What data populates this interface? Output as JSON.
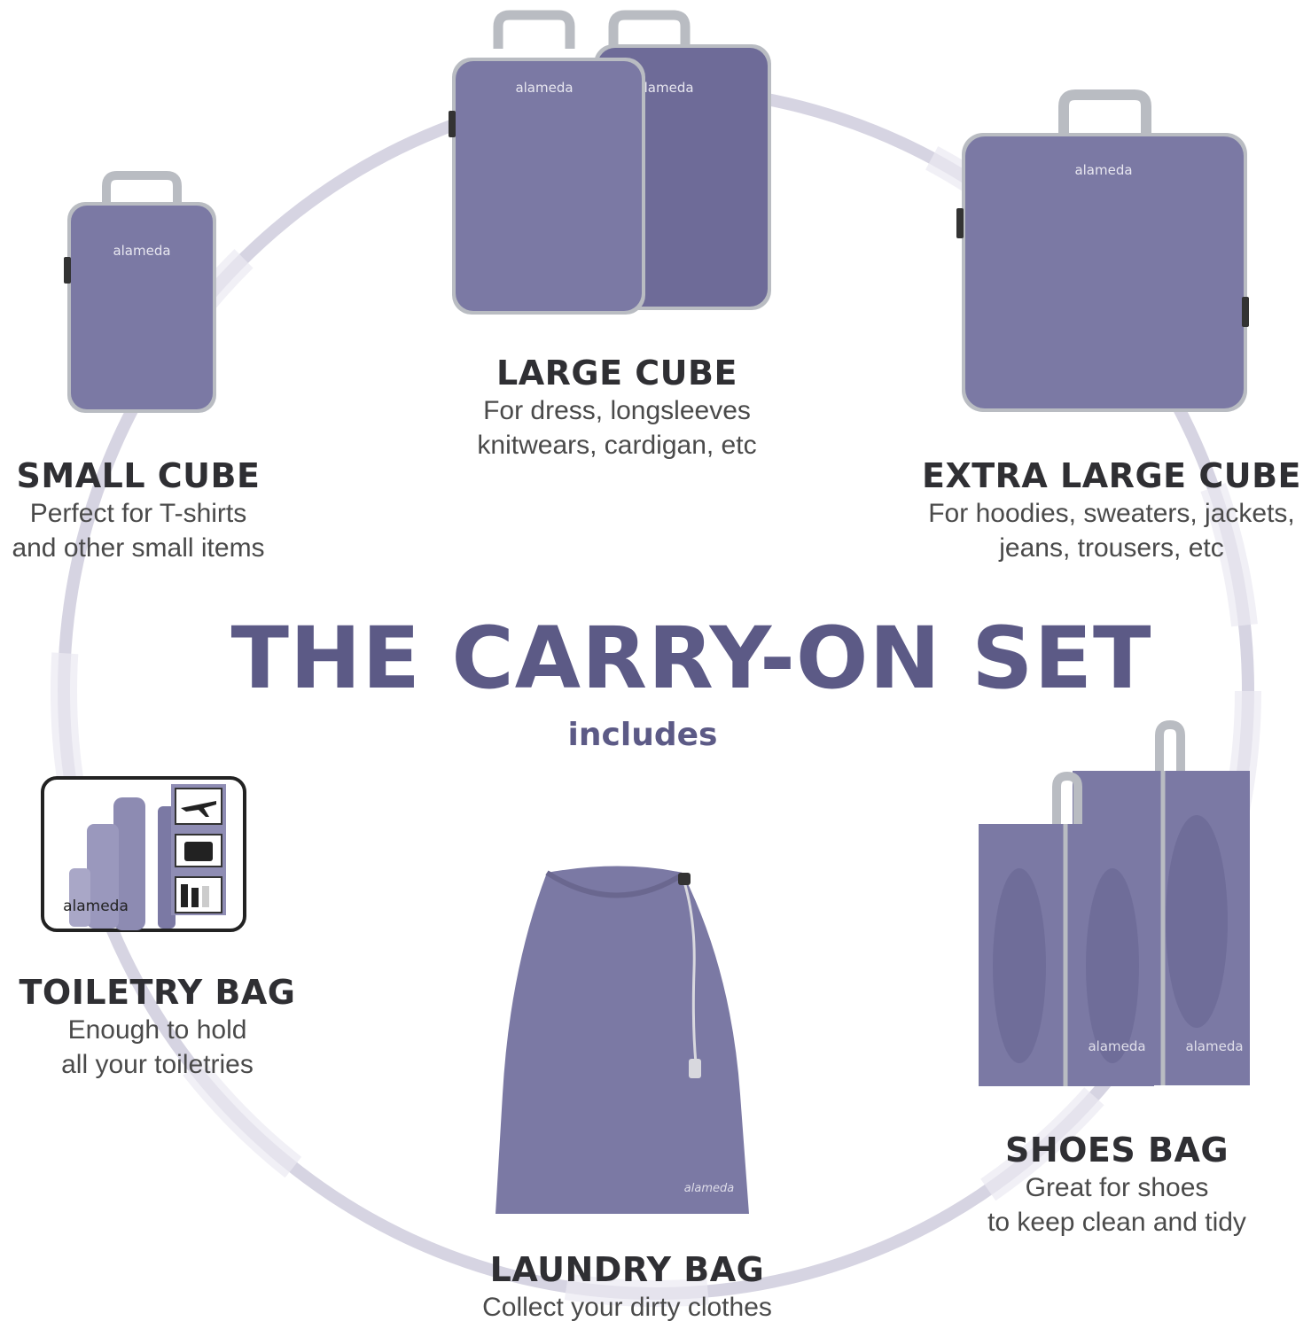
{
  "title": "THE CARRY-ON SET",
  "subtitle": "includes",
  "brand_logo_text": "alameda",
  "colors": {
    "product": "#7b79a4",
    "product_dark": "#6e6b98",
    "trim": "#b9bcc2",
    "ring": "#d3d1e0",
    "headline": "#5c5a86",
    "label": "#2f2f33",
    "description": "#4a4a4a"
  },
  "items": [
    {
      "id": "small-cube",
      "name": "SMALL CUBE",
      "desc_lines": [
        "Perfect for T-shirts",
        "and other small items"
      ]
    },
    {
      "id": "large-cube",
      "name": "LARGE CUBE",
      "desc_lines": [
        "For dress, longsleeves",
        "knitwears, cardigan, etc"
      ]
    },
    {
      "id": "extra-large-cube",
      "name": "EXTRA LARGE CUBE",
      "desc_lines": [
        "For hoodies, sweaters, jackets,",
        "jeans, trousers, etc"
      ]
    },
    {
      "id": "toiletry-bag",
      "name": "TOILETRY BAG",
      "desc_lines": [
        "Enough to hold",
        "all your toiletries"
      ]
    },
    {
      "id": "laundry-bag",
      "name": "LAUNDRY BAG",
      "desc_lines": [
        "Collect your dirty clothes"
      ]
    },
    {
      "id": "shoes-bag",
      "name": "SHOES BAG",
      "desc_lines": [
        "Great for shoes",
        "to keep clean and tidy"
      ]
    }
  ]
}
